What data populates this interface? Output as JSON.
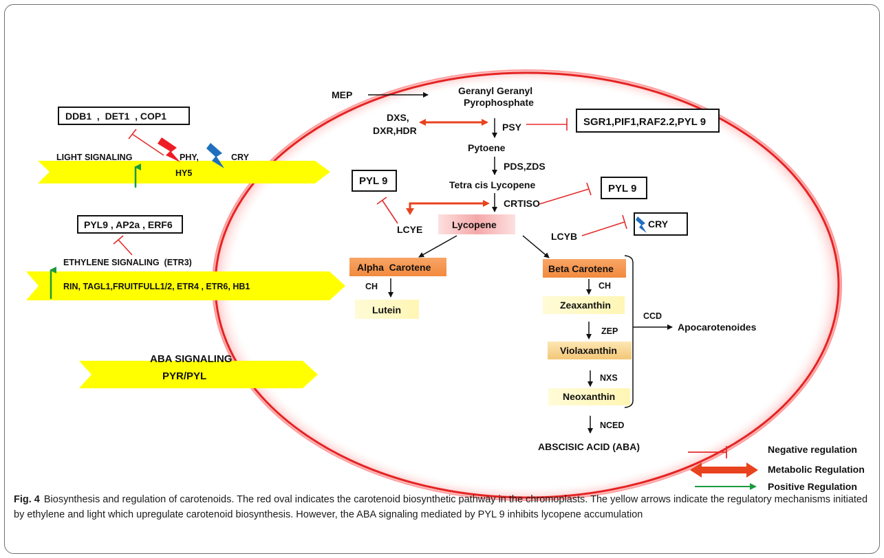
{
  "colors": {
    "oval": "#e42323",
    "negative": "#e52a2a",
    "metabolic": "#e8421e",
    "positive": "#1a9a3e",
    "signal_arrow": "#ffff00",
    "box_orange": "#f5944d",
    "box_yellow": "#fffbd2",
    "box_pink": "#f7c6c6",
    "lightning_red": "#ee1c24",
    "lightning_blue": "#1f6fbf"
  },
  "icons": {
    "lightning_red": "lightning-bolt-red-icon",
    "lightning_blue": "lightning-bolt-blue-icon"
  },
  "left": {
    "box_ddb1": "DDB1  ,  DET1  , COP1",
    "light_signaling": "LIGHT SIGNALING",
    "phy": "PHY,",
    "cry": "CRY",
    "hy5": "HY5",
    "box_pyl9_ap2a": "PYL9 , AP2a , ERF6",
    "ethylene": "ETHYLENE SIGNALING  (ETR3)",
    "ethylene_genes": "RIN, TAGL1,FRUITFULL1/2, ETR4 , ETR6, HB1",
    "aba_signaling": "ABA SIGNALING",
    "pyr_pyl": "PYR/PYL"
  },
  "pathway": {
    "mep": "MEP",
    "ggpp_line1": "Geranyl Geranyl",
    "ggpp_line2": "Pyrophosphate",
    "dxs_line1": "DXS,",
    "dxs_line2": "DXR,HDR",
    "psy": "PSY",
    "box_sgr1": "SGR1,PIF1,RAF2.2,PYL 9",
    "pytoene": "Pytoene",
    "pds_zds": "PDS,ZDS",
    "tetra_cis": "Tetra cis Lycopene",
    "crtiso": "CRTISO",
    "box_pyl9_left": "PYL 9",
    "box_pyl9_right": "PYL 9",
    "lcye": "LCYE",
    "lycopene": "Lycopene",
    "lcyb": "LCYB",
    "box_cry": "CRY",
    "alpha_carotene": "Alpha  Carotene",
    "ch_left": "CH",
    "lutein": "Lutein",
    "beta_carotene": "Beta Carotene",
    "ch_right": "CH",
    "zeaxanthin": "Zeaxanthin",
    "zep": "ZEP",
    "violaxanthin": "Violaxanthin",
    "nxs": "NXS",
    "neoxanthin": "Neoxanthin",
    "ccd": "CCD",
    "apocarotenoides": "Apocarotenoides",
    "nced": "NCED",
    "aba": "ABSCISIC ACID (ABA)"
  },
  "legend": {
    "negative": "Negative regulation",
    "metabolic": "Metabolic Regulation",
    "positive": "Positive Regulation"
  },
  "caption": {
    "label": "Fig. 4",
    "text": "Biosynthesis and regulation of carotenoids. The red oval indicates the carotenoid biosynthetic pathway in the chromoplasts. The yellow arrows indicate the regulatory mechanisms initiated by ethylene and light which upregulate carotenoid biosynthesis. However, the ABA signaling mediated by PYL 9 inhibits lycopene accumulation"
  }
}
